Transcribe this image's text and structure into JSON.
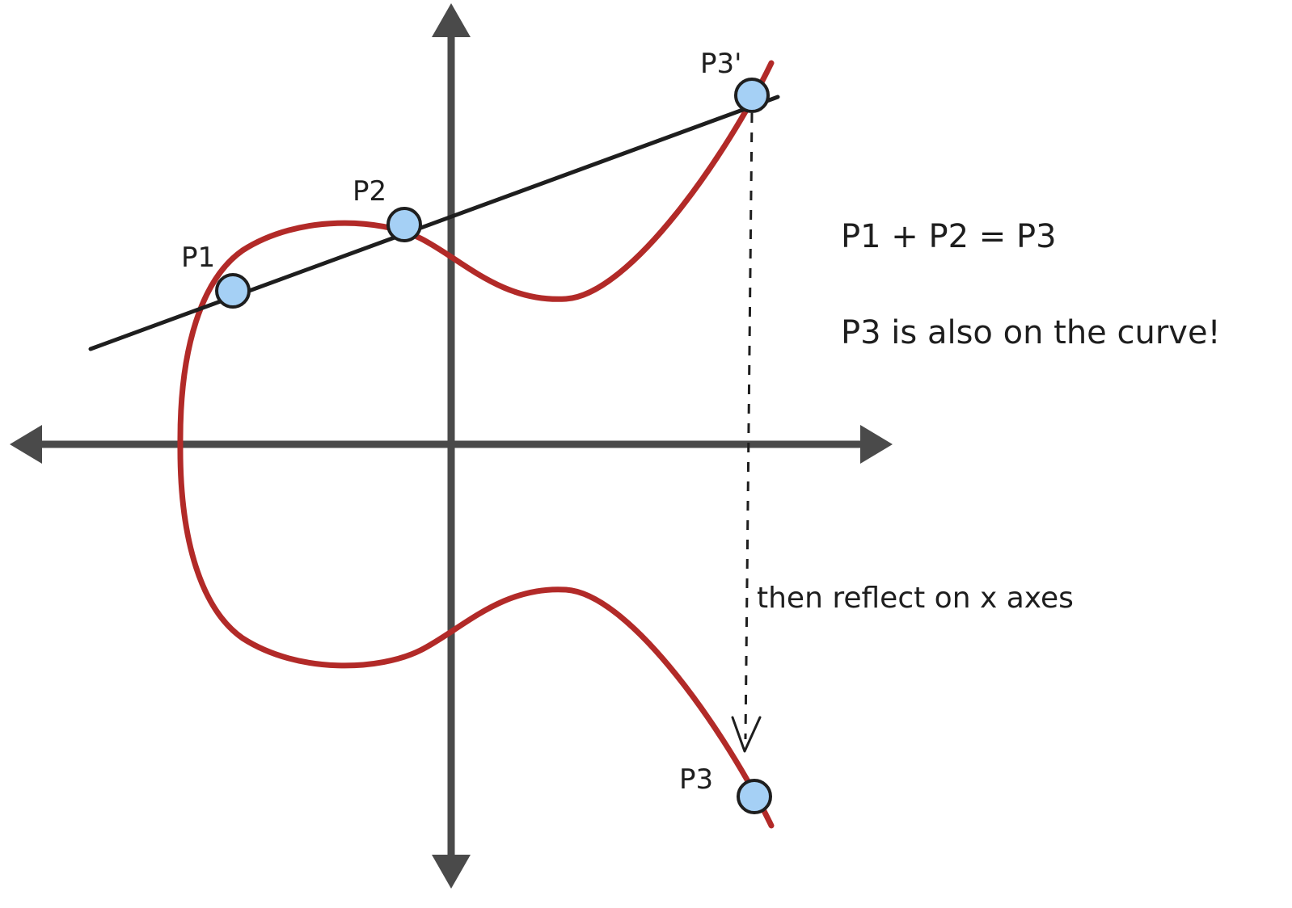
{
  "labels": {
    "p1": "P1",
    "p2": "P2",
    "p3_prime": "P3'",
    "p3": "P3",
    "equation": "P1 + P2 = P3",
    "statement": "P3 is also on the curve!",
    "reflect_note": "then reflect on x axes"
  },
  "colors": {
    "curve": "#b22a28",
    "axes": "#4a4a4a",
    "secant_line": "#1e1e1e",
    "point_fill": "#a5d0f5",
    "point_stroke": "#1e1e1e",
    "background": "#ffffff"
  }
}
